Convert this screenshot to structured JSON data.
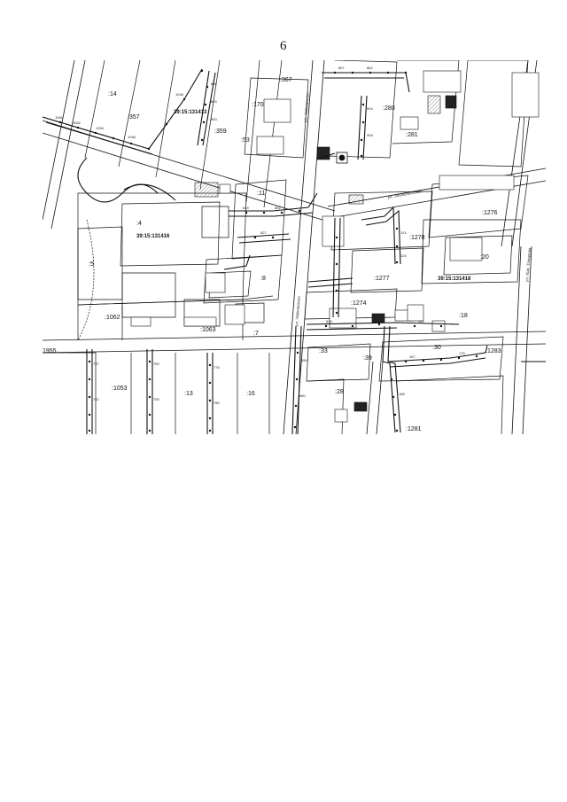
{
  "page": {
    "number": "6"
  },
  "map": {
    "cadastral_blocks": [
      {
        "label": "39:15:131416"
      },
      {
        "label": "39:15:131418"
      },
      {
        "label": "39:15:131413"
      }
    ],
    "parcels": [
      {
        "label": ":14"
      },
      {
        "label": ":357"
      },
      {
        "label": ":359"
      },
      {
        "label": ":367"
      },
      {
        "label": ":170"
      },
      {
        "label": ":53"
      },
      {
        "label": ":280"
      },
      {
        "label": ":281"
      },
      {
        "label": ":4"
      },
      {
        "label": ":11"
      },
      {
        "label": ":8"
      },
      {
        "label": ":1276"
      },
      {
        "label": ":1278"
      },
      {
        "label": ":1277"
      },
      {
        "label": ":20"
      },
      {
        "label": ":1274"
      },
      {
        "label": ":5"
      },
      {
        "label": ":1062"
      },
      {
        "label": ":1063"
      },
      {
        "label": ":7"
      },
      {
        "label": ":1053"
      },
      {
        "label": ":13"
      },
      {
        "label": ":16"
      },
      {
        "label": ":33"
      },
      {
        "label": ":39"
      },
      {
        "label": ":30"
      },
      {
        "label": ":1283"
      },
      {
        "label": ":18"
      },
      {
        "label": ":28"
      },
      {
        "label": ":1281"
      }
    ],
    "side_label": "1955",
    "colors": {
      "line": "#111111",
      "background": "#ffffff"
    }
  }
}
